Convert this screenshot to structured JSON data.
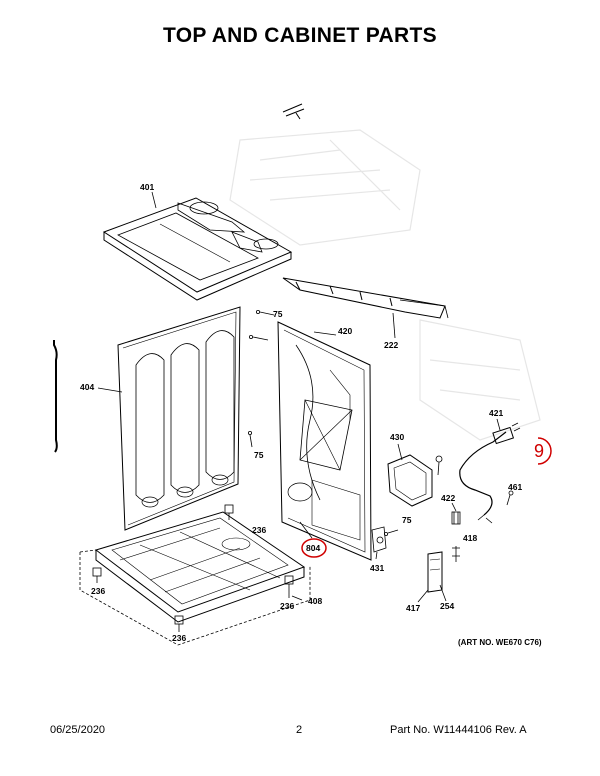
{
  "title": "TOP AND CABINET PARTS",
  "art_no": "(ART NO. WE670 C76)",
  "page_marker": "9",
  "callouts": {
    "p401": "401",
    "p420": "420",
    "p222": "222",
    "p75a": "75",
    "p75b": "75",
    "p75c": "75",
    "p404": "404",
    "p421": "421",
    "p430": "430",
    "p461": "461",
    "p422": "422",
    "p418": "418",
    "p431": "431",
    "p417": "417",
    "p254": "254",
    "p804": "804",
    "p236a": "236",
    "p236b": "236",
    "p236c": "236",
    "p236d": "236",
    "p408": "408"
  },
  "footer": {
    "date": "06/25/2020",
    "page": "2",
    "part_no": "Part No.  W11444106  Rev.  A"
  },
  "colors": {
    "highlight": "#d00000"
  }
}
